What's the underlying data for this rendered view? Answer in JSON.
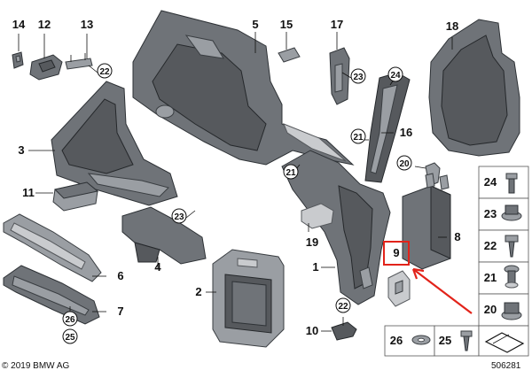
{
  "diagram": {
    "copyright": "© 2019 BMW AG",
    "drawing_number": "506281",
    "highlight_color": "#e2231a",
    "highlighted_part": "9",
    "callouts": [
      {
        "id": "14",
        "label": "14"
      },
      {
        "id": "12",
        "label": "12"
      },
      {
        "id": "13",
        "label": "13"
      },
      {
        "id": "22a",
        "label": "22"
      },
      {
        "id": "5",
        "label": "5"
      },
      {
        "id": "15",
        "label": "15"
      },
      {
        "id": "17",
        "label": "17"
      },
      {
        "id": "23a",
        "label": "23"
      },
      {
        "id": "18",
        "label": "18"
      },
      {
        "id": "24a",
        "label": "24"
      },
      {
        "id": "3",
        "label": "3"
      },
      {
        "id": "21a",
        "label": "21"
      },
      {
        "id": "16",
        "label": "16"
      },
      {
        "id": "20a",
        "label": "20"
      },
      {
        "id": "21b",
        "label": "21"
      },
      {
        "id": "11",
        "label": "11"
      },
      {
        "id": "23b",
        "label": "23"
      },
      {
        "id": "19",
        "label": "19"
      },
      {
        "id": "8",
        "label": "8"
      },
      {
        "id": "9",
        "label": "9"
      },
      {
        "id": "4",
        "label": "4"
      },
      {
        "id": "1",
        "label": "1"
      },
      {
        "id": "6",
        "label": "6"
      },
      {
        "id": "2",
        "label": "2"
      },
      {
        "id": "7",
        "label": "7"
      },
      {
        "id": "22b",
        "label": "22"
      },
      {
        "id": "26a",
        "label": "26"
      },
      {
        "id": "25a",
        "label": "25"
      },
      {
        "id": "10",
        "label": "10"
      }
    ],
    "fastener_table": [
      {
        "label": "24",
        "icon": "bolt-icon"
      },
      {
        "label": "23",
        "icon": "flange-nut-icon"
      },
      {
        "label": "22",
        "icon": "screw-icon"
      },
      {
        "label": "21",
        "icon": "expansion-rivet-icon"
      },
      {
        "label": "20",
        "icon": "hex-nut-icon"
      }
    ],
    "bottom_row": [
      {
        "label": "26",
        "icon": "washer-icon"
      },
      {
        "label": "25",
        "icon": "screw-icon"
      },
      {
        "label": "",
        "icon": "mat-icon"
      }
    ]
  }
}
